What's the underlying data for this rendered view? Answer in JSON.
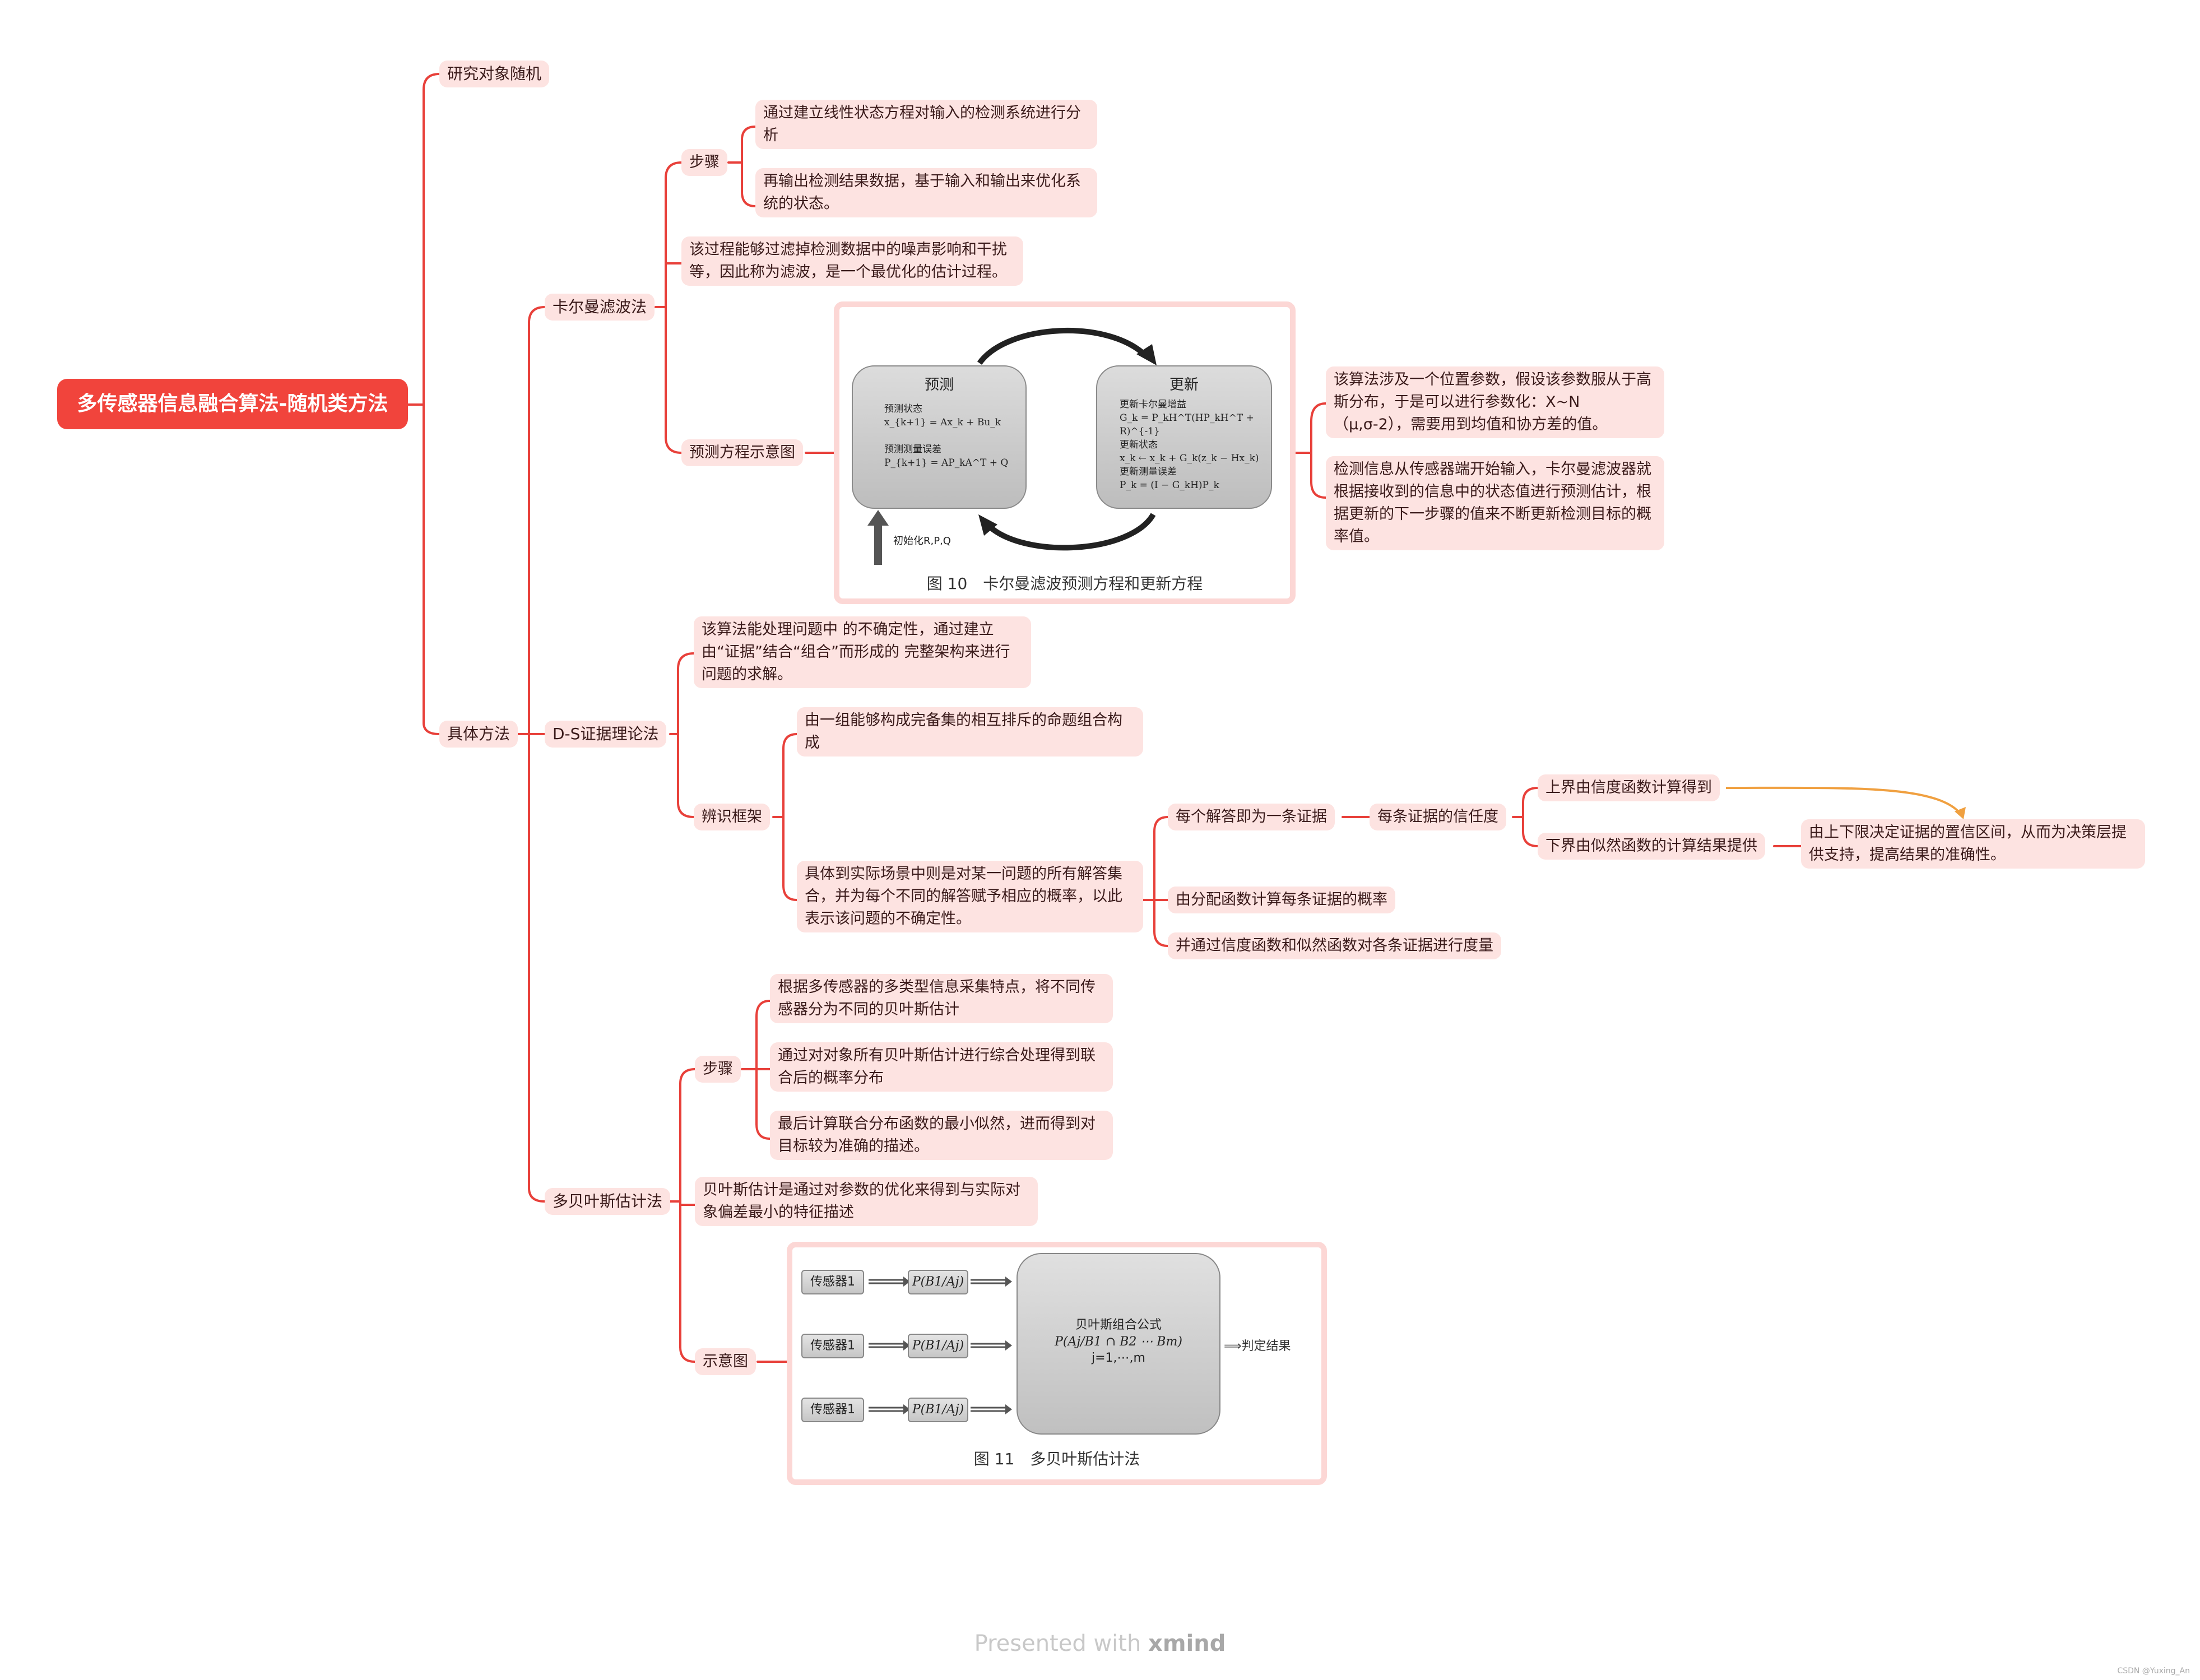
{
  "root": "多传感器信息融合算法-随机类方法",
  "l1": {
    "research": "研究对象随机",
    "methods": "具体方法"
  },
  "kalman": {
    "label": "卡尔曼滤波法",
    "steps_label": "步骤",
    "step1": "通过建立线性状态方程对输入的检测系统进行分析",
    "step2": "再输出检测结果数据，基于输入和输出来优化系统的状态。",
    "desc": "该过程能够过滤掉检测数据中的噪声影响和干扰等，因此称为滤波，是一个最优化的估计过程。",
    "diagram_label": "预测方程示意图",
    "note1": "该算法涉及一个位置参数，假设该参数服从于高斯分布，于是可以进行参数化：X~N（μ,σ-2），需要用到均值和协方差的值。",
    "note2": "检测信息从传感器端开始输入，卡尔曼滤波器就根据接收到的信息中的状态值进行预测估计，根据更新的下一步骤的值来不断更新检测目标的概率值。",
    "figure": {
      "predict_title": "预测",
      "predict_lines": [
        "预测状态",
        "x_{k+1} = Ax_k + Bu_k",
        "",
        "预测测量误差",
        "P_{k+1} = AP_kA^T + Q"
      ],
      "update_title": "更新",
      "update_lines": [
        "更新卡尔曼增益",
        "G_k = P_kH^T(HP_kH^T + R)^{-1}",
        "更新状态",
        "x_k ← x_k + G_k(z_k − Hx_k)",
        "更新测量误差",
        "P_k = (I − G_kH)P_k"
      ],
      "init_label": "初始化R,P,Q",
      "caption": "图 10　卡尔曼滤波预测方程和更新方程"
    }
  },
  "ds": {
    "label": "D-S证据理论法",
    "desc": "该算法能处理问题中 的不确定性，通过建立由“证据”结合“组合”而形成的 完整架构来进行问题的求解。",
    "frame_label": "辨识框架",
    "frame1": "由一组能够构成完备集的相互排斥的命题组合构成",
    "frame2": "具体到实际场景中则是对某一问题的所有解答集合，并为每个不同的解答赋予相应的概率，以此表示该问题的不确定性。",
    "each_answer": "每个解答即为一条证据",
    "belief": "每条证据的信任度",
    "upper": "上界由信度函数计算得到",
    "lower": "下界由似然函数的计算结果提供",
    "interval": "由上下限决定证据的置信区间，从而为决策层提供支持，提高结果的准确性。",
    "assign": "由分配函数计算每条证据的概率",
    "measure": "并通过信度函数和似然函数对各条证据进行度量"
  },
  "bayes": {
    "label": "多贝叶斯估计法",
    "steps_label": "步骤",
    "step1": "根据多传感器的多类型信息采集特点，将不同传感器分为不同的贝叶斯估计",
    "step2": "通过对对象所有贝叶斯估计进行综合处理得到联合后的概率分布",
    "step3": "最后计算联合分布函数的最小似然，进而得到对目标较为准确的描述。",
    "desc": "贝叶斯估计是通过对参数的优化来得到与实际对象偏差最小的特征描述",
    "diagram_label": "示意图",
    "figure": {
      "sensor": "传感器1",
      "prob": "P(B1/Aj)",
      "center_title": "贝叶斯组合公式",
      "center_formula": "P(Aj/B1 ∩ B2 ⋯ Bm)",
      "center_range": "j=1,⋯,m",
      "result": "⟹判定结果",
      "caption": "图 11　多贝叶斯估计法"
    }
  },
  "footer": {
    "presented": "Presented with",
    "brand": "xmind",
    "credit": "CSDN @Yuxing_An"
  },
  "colors": {
    "root": "#f1443c",
    "node_fill": "#fde3e1",
    "connector": "#e8403a",
    "relation": "#f0a040"
  }
}
